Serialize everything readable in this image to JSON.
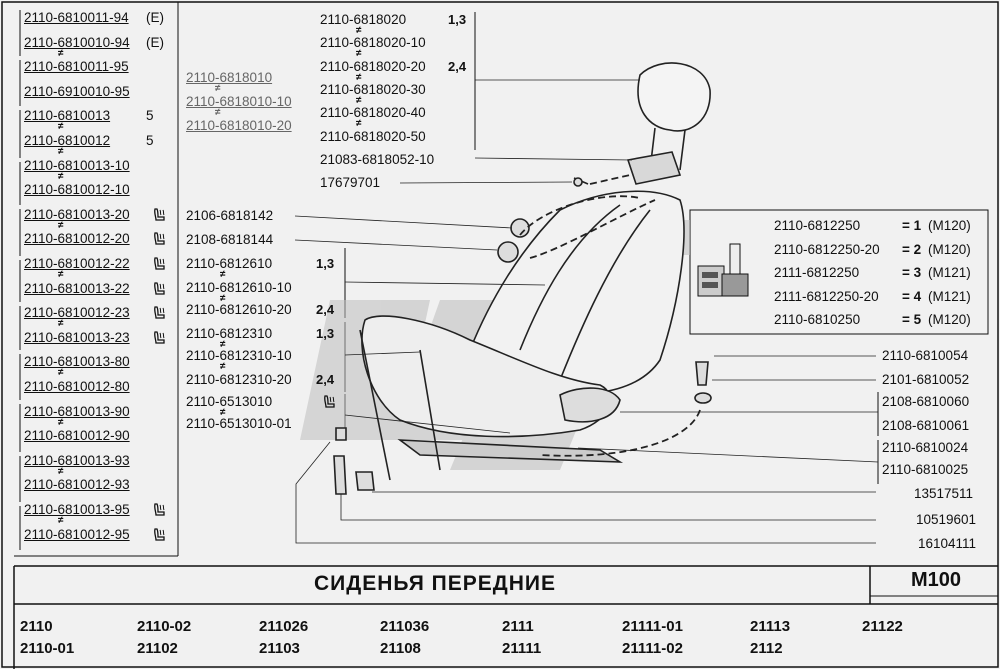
{
  "left_column": [
    {
      "pn": "2110-6810011-94",
      "suffix": "(E)",
      "icon": false,
      "neq_after": false
    },
    {
      "pn": "2110-6810010-94",
      "suffix": "(E)",
      "icon": false,
      "neq_after": true
    },
    {
      "pn": "2110-6810011-95",
      "suffix": "",
      "icon": false,
      "neq_after": false
    },
    {
      "pn": "2110-6910010-95",
      "suffix": "",
      "icon": false,
      "neq_after": false
    },
    {
      "pn": "2110-6810013",
      "suffix": "5",
      "icon": false,
      "neq_after": false
    },
    {
      "pn": "2110-6810012",
      "suffix": "5",
      "icon": false,
      "neq_after": true
    },
    {
      "pn": "2110-6810013-10",
      "suffix": "",
      "icon": false,
      "neq_after": false
    },
    {
      "pn": "2110-6810012-10",
      "suffix": "",
      "icon": false,
      "neq_after": false
    },
    {
      "pn": "2110-6810013-20",
      "suffix": "",
      "icon": true,
      "neq_after": false
    },
    {
      "pn": "2110-6810012-20",
      "suffix": "",
      "icon": true,
      "neq_after": false
    },
    {
      "pn": "2110-6810012-22",
      "suffix": "",
      "icon": true,
      "neq_after": false
    },
    {
      "pn": "2110-6810013-22",
      "suffix": "",
      "icon": true,
      "neq_after": false
    },
    {
      "pn": "2110-6810012-23",
      "suffix": "",
      "icon": true,
      "neq_after": false
    },
    {
      "pn": "2110-6810013-23",
      "suffix": "",
      "icon": true,
      "neq_after": false
    },
    {
      "pn": "2110-6810013-80",
      "suffix": "",
      "icon": false,
      "neq_after": false
    },
    {
      "pn": "2110-6810012-80",
      "suffix": "",
      "icon": false,
      "neq_after": false
    },
    {
      "pn": "2110-6810013-90",
      "suffix": "",
      "icon": false,
      "neq_after": false
    },
    {
      "pn": "2110-6810012-90",
      "suffix": "",
      "icon": false,
      "neq_after": false
    },
    {
      "pn": "2110-6810013-93",
      "suffix": "",
      "icon": false,
      "neq_after": false
    },
    {
      "pn": "2110-6810012-93",
      "suffix": "",
      "icon": false,
      "neq_after": false
    },
    {
      "pn": "2110-6810013-95",
      "suffix": "",
      "icon": true,
      "neq_after": false
    },
    {
      "pn": "2110-6810012-95",
      "suffix": "",
      "icon": true,
      "neq_after": false
    }
  ],
  "gray_group": [
    "2110-6818010",
    "2110-6818010-10",
    "2110-6818010-20"
  ],
  "headrest_group": [
    {
      "pn": "2110-6818020",
      "note": "1,3"
    },
    {
      "pn": "2110-6818020-10",
      "note": ""
    },
    {
      "pn": "2110-6818020-20",
      "note": "2,4"
    },
    {
      "pn": "2110-6818020-30",
      "note": ""
    },
    {
      "pn": "2110-6818020-40",
      "note": ""
    },
    {
      "pn": "2110-6818020-50",
      "note": ""
    },
    {
      "pn": "21083-6818052-10",
      "note": ""
    },
    {
      "pn": "17679701",
      "note": ""
    }
  ],
  "mid_left": [
    {
      "pn": "2106-6818142",
      "note": ""
    },
    {
      "pn": "2108-6818144",
      "note": ""
    },
    {
      "pn": "2110-6812610",
      "note": "1,3"
    },
    {
      "pn": "2110-6812610-10",
      "note": ""
    },
    {
      "pn": "2110-6812610-20",
      "note": "2,4"
    },
    {
      "pn": "2110-6812310",
      "note": "1,3"
    },
    {
      "pn": "2110-6812310-10",
      "note": ""
    },
    {
      "pn": "2110-6812310-20",
      "note": "2,4"
    },
    {
      "pn": "2110-6513010",
      "note": ""
    },
    {
      "pn": "2110-6513010-01",
      "note": ""
    }
  ],
  "legend": [
    {
      "pn": "2110-6812250",
      "eq": "= 1",
      "model": "(M120)"
    },
    {
      "pn": "2110-6812250-20",
      "eq": "= 2",
      "model": "(M120)"
    },
    {
      "pn": "2111-6812250",
      "eq": "= 3",
      "model": "(M121)"
    },
    {
      "pn": "2111-6812250-20",
      "eq": "= 4",
      "model": "(M121)"
    },
    {
      "pn": "2110-6810250",
      "eq": "= 5",
      "model": "(M120)"
    }
  ],
  "right_column": [
    "2110-6810054",
    "2101-6810052",
    "2108-6810060",
    "2108-6810061",
    "2110-6810024",
    "2110-6810025",
    "13517511",
    "10519601",
    "16104111"
  ],
  "neq_symbol": "≠",
  "title": "СИДЕНЬЯ ПЕРЕДНИЕ",
  "section_code": "M100",
  "models_row1": [
    "2110",
    "2110-02",
    "211026",
    "211036",
    "2111",
    "21111-01",
    "21113",
    "21122"
  ],
  "models_row2": [
    "2110-01",
    "21102",
    "21103",
    "21108",
    "21111",
    "21111-02",
    "2112"
  ]
}
